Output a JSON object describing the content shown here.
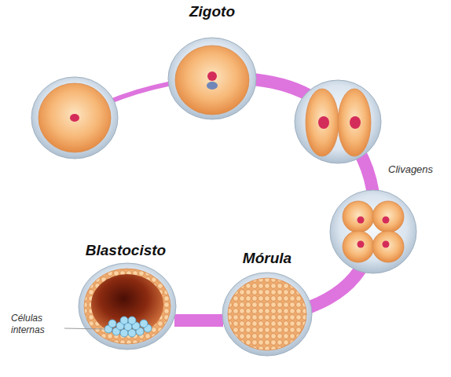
{
  "diagram": {
    "nodes": [
      {
        "text": [
          "Zigoto"
        ]
      },
      {
        "text": [
          "Mórula"
        ]
      },
      {
        "text": [
          "Blastocisto"
        ]
      }
    ],
    "edges": [
      {
        "from": 1,
        "to": 2,
        "arrow": "none"
      }
    ],
    "labels": [
      "Clivagens",
      "Células internas"
    ]
  }
}
